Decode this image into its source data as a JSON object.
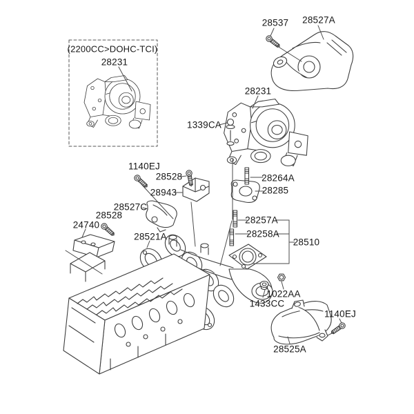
{
  "page": {
    "background": "#ffffff",
    "line_color": "#3c3c3c",
    "text_color": "#161616"
  },
  "inset": {
    "variant_label": "(2200CC>DOHC-TCI)",
    "part_label": "28231"
  },
  "callouts": {
    "bolt_28537": "28537",
    "heat_shield_upper": "28527A",
    "turbocharger": "28231",
    "nut_1339ca": "1339CA",
    "stud_28264a": "28264A",
    "gasket_28285": "28285",
    "bolt_1140ej_left": "1140EJ",
    "bolt_28528_upper": "28528",
    "bracket_28943": "28943",
    "heat_protector_28527c": "28527C",
    "bolt_28528_lower": "28528",
    "bracket_24740": "24740",
    "manifold_gasket_28521a": "28521A",
    "stud_28257a": "28257A",
    "stud_28258a": "28258A",
    "exhaust_manifold_28510": "28510",
    "nut_1022aa": "1022AA",
    "washer_1433cc": "1433CC",
    "heat_shield_lower_28525a": "28525A",
    "bolt_1140ej_right": "1140EJ"
  }
}
